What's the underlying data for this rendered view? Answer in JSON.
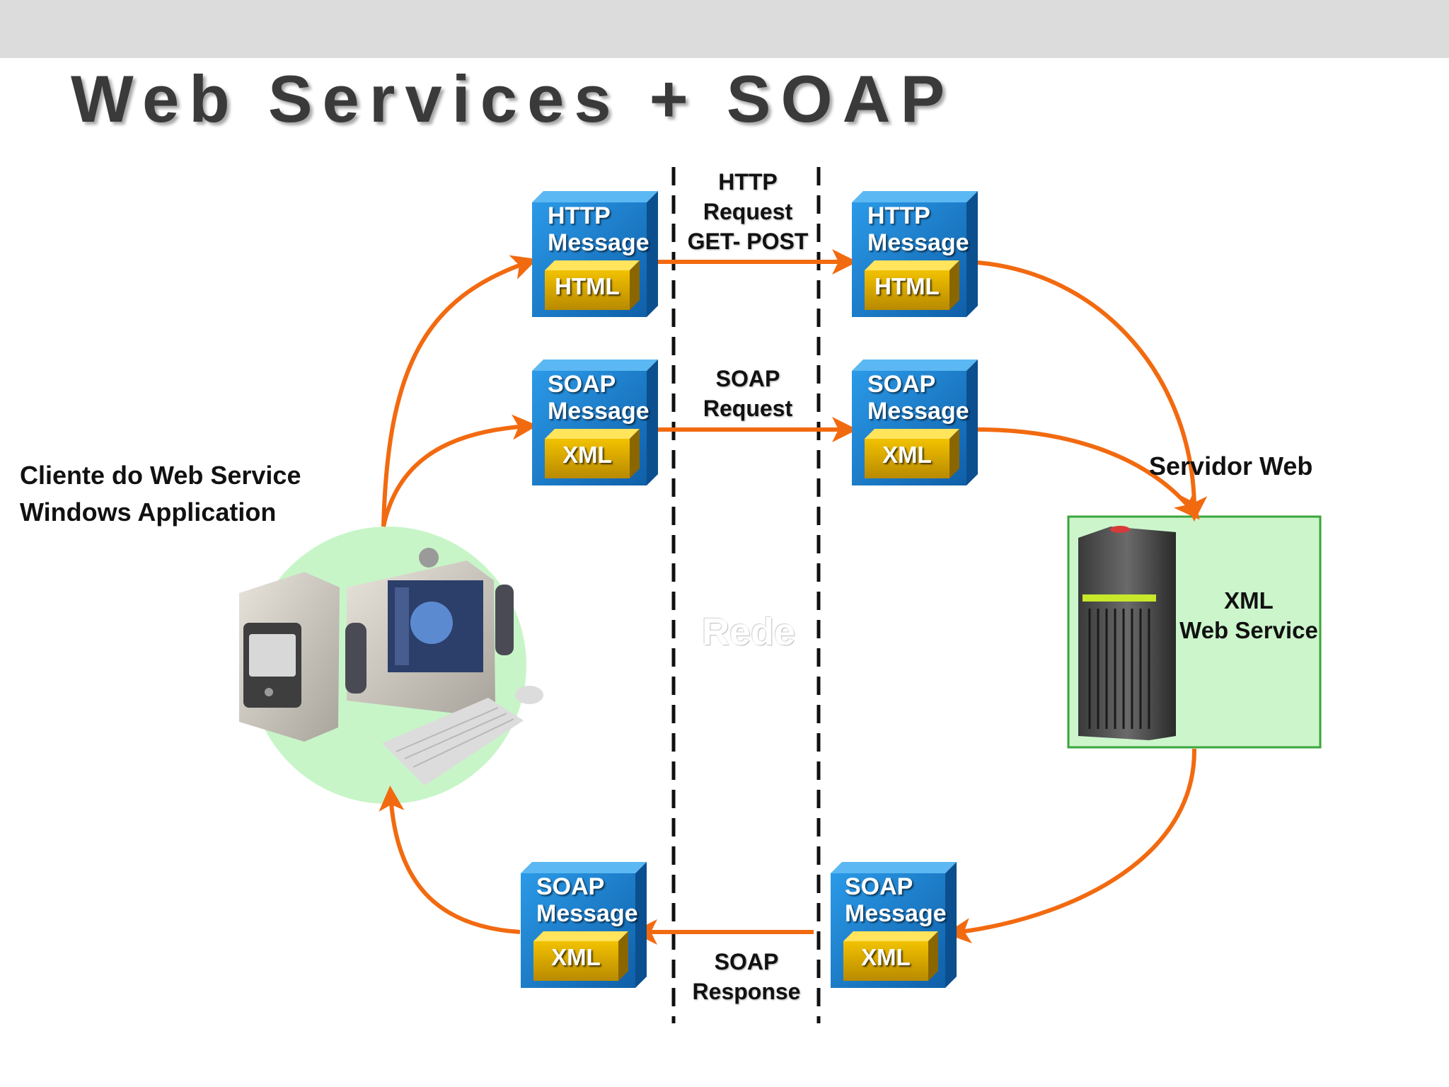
{
  "slide": {
    "title": "Web Services + SOAP"
  },
  "client": {
    "line1": "Cliente do Web Service",
    "line2": "Windows Application"
  },
  "server": {
    "label": "Servidor Web",
    "service_line1": "XML",
    "service_line2": "Web Service"
  },
  "network": {
    "name": "Rede",
    "http_request": {
      "line1": "HTTP",
      "line2": "Request",
      "line3": "GET- POST"
    },
    "soap_request": {
      "line1": "SOAP",
      "line2": "Request"
    },
    "soap_response": {
      "line1": "SOAP",
      "line2": "Response"
    }
  },
  "cubes": {
    "http_left": {
      "title1": "HTTP",
      "title2": "Message",
      "inner": "HTML"
    },
    "http_right": {
      "title1": "HTTP",
      "title2": "Message",
      "inner": "HTML"
    },
    "soap_req_left": {
      "title1": "SOAP",
      "title2": "Message",
      "inner": "XML"
    },
    "soap_req_right": {
      "title1": "SOAP",
      "title2": "Message",
      "inner": "XML"
    },
    "soap_resp_left": {
      "title1": "SOAP",
      "title2": "Message",
      "inner": "XML"
    },
    "soap_resp_right": {
      "title1": "SOAP",
      "title2": "Message",
      "inner": "XML"
    }
  },
  "colors": {
    "arrow": "#f26a10",
    "cube_blue": "#1a7fd0",
    "inner_gold": "#d9a900",
    "server_box": "#ccf5cc",
    "client_circle": "#c8f5c8"
  }
}
